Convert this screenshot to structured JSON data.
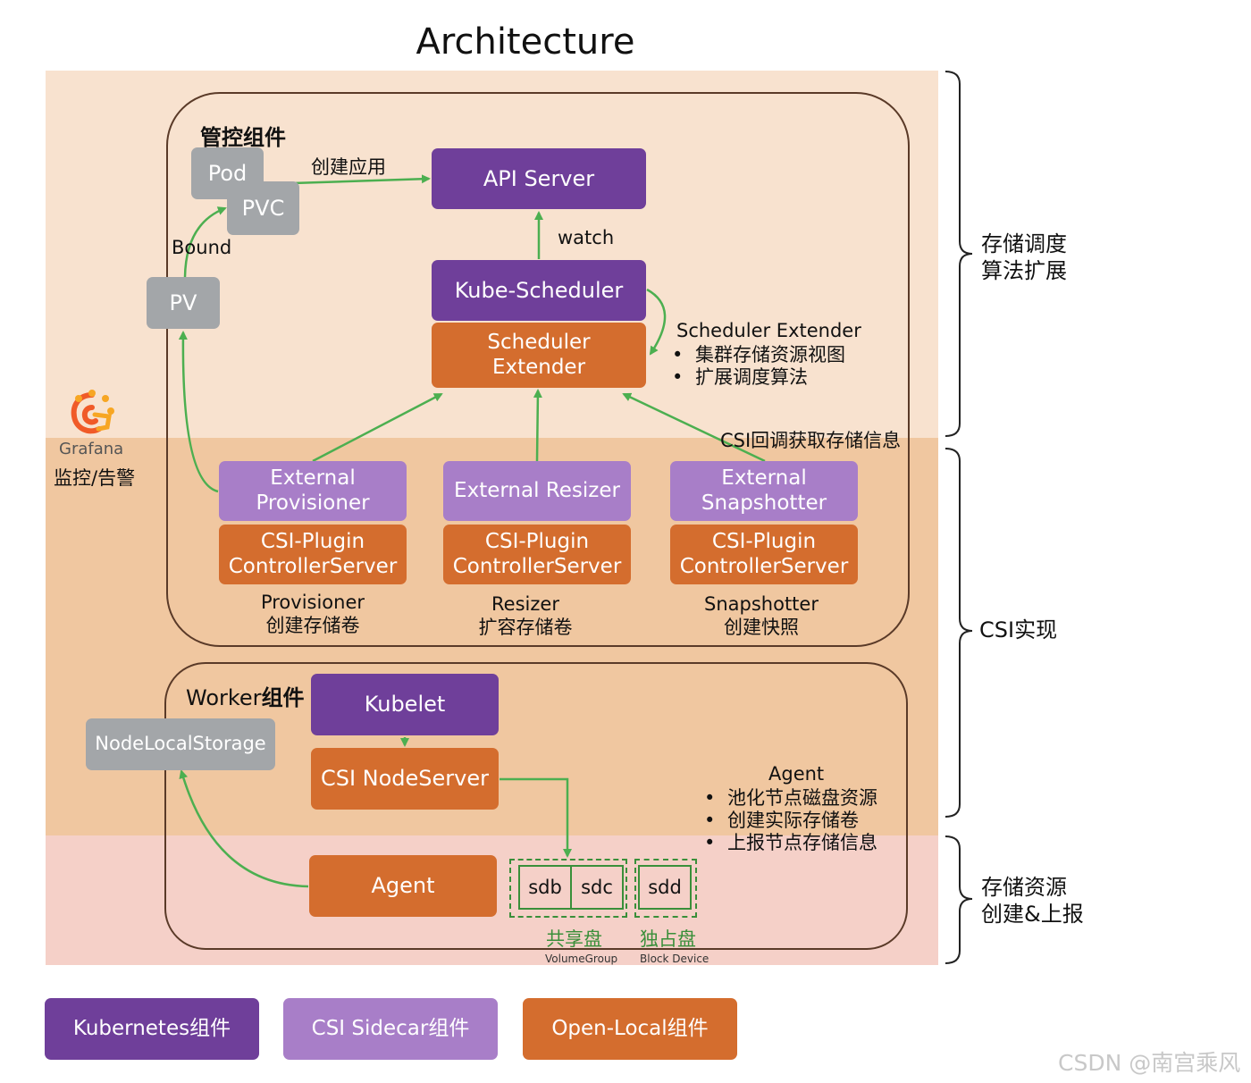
{
  "title": "Architecture",
  "right_labels": {
    "top": "存储调度\n算法扩展",
    "middle": "CSI实现",
    "bottom": "存储资源\n创建&上报"
  },
  "control": {
    "title": "管控组件",
    "pod": "Pod",
    "pvc": "PVC",
    "pv": "PV",
    "create_app": "创建应用",
    "bound": "Bound",
    "api_server": "API Server",
    "watch": "watch",
    "kube_scheduler": "Kube-Scheduler",
    "scheduler_extender": "Scheduler\nExtender",
    "extender_note": {
      "title": "Scheduler Extender",
      "items": [
        "集群存储资源视图",
        "扩展调度算法"
      ]
    },
    "csi_callback": "CSI回调获取存储信息",
    "columns": [
      {
        "sidecar": "External\nProvisioner",
        "plugin": "CSI-Plugin\nControllerServer",
        "caption": "Provisioner\n创建存储卷"
      },
      {
        "sidecar": "External Resizer",
        "plugin": "CSI-Plugin\nControllerServer",
        "caption": "Resizer\n扩容存储卷"
      },
      {
        "sidecar": "External\nSnapshotter",
        "plugin": "CSI-Plugin\nControllerServer",
        "caption": "Snapshotter\n创建快照"
      }
    ]
  },
  "grafana": {
    "logo_text": "Grafana",
    "label": "监控/告警"
  },
  "worker": {
    "title_prefix": "Worker",
    "title_suffix": "组件",
    "kubelet": "Kubelet",
    "csi_nodeserver": "CSI NodeServer",
    "nodelocalstorage": "NodeLocalStorage",
    "agent": "Agent",
    "agent_note": {
      "title": "Agent",
      "items": [
        "池化节点磁盘资源",
        "创建实际存储卷",
        "上报节点存储信息"
      ]
    },
    "disks": {
      "shared": [
        "sdb",
        "sdc"
      ],
      "exclusive": [
        "sdd"
      ],
      "shared_label": "共享盘",
      "shared_sub": "VolumeGroup",
      "exclusive_label": "独占盘",
      "exclusive_sub": "Block Device"
    }
  },
  "legend": [
    {
      "label": "Kubernetes组件",
      "color": "#6f3f9a"
    },
    {
      "label": "CSI Sidecar组件",
      "color": "#a87ec8"
    },
    {
      "label": "Open-Local组件",
      "color": "#d46d2e"
    }
  ],
  "watermark": "CSDN @南宫乘风",
  "colors": {
    "kubernetes": "#6f3f9a",
    "sidecar": "#a87ec8",
    "open_local": "#d46d2e",
    "gray": "#a3a6a9",
    "arrow": "#4caf50",
    "band_top": "#f8e2cf",
    "band_mid": "#f0c7a0",
    "band_bottom": "#f5d0c8"
  }
}
